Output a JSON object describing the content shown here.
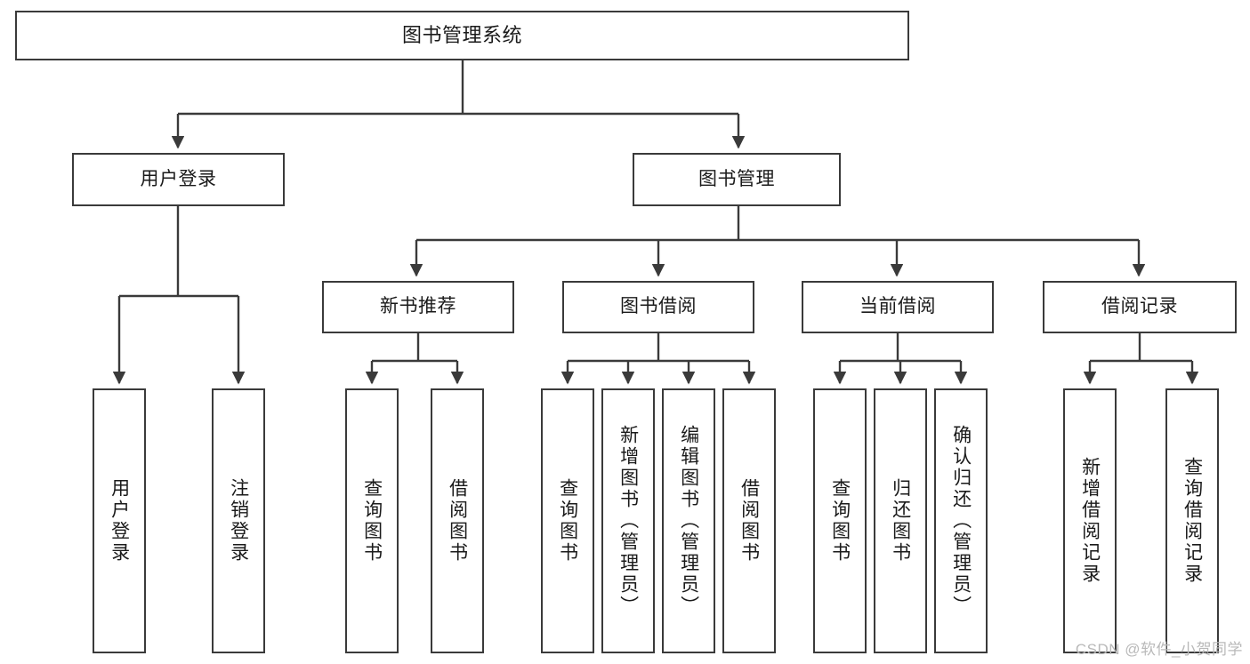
{
  "diagram": {
    "title": "图书管理系统",
    "type": "tree-hierarchy",
    "watermark": "CSDN @软件_小贺同学",
    "stroke_color": "#3a3a3a",
    "fill_color": "#ffffff",
    "text_color": "#1a1a1a"
  },
  "nodes": {
    "root": {
      "label": "图书管理系统"
    },
    "level1": [
      {
        "label": "用户登录"
      },
      {
        "label": "图书管理"
      }
    ],
    "level2": [
      {
        "label": "新书推荐"
      },
      {
        "label": "图书借阅"
      },
      {
        "label": "当前借阅"
      },
      {
        "label": "借阅记录"
      }
    ],
    "leaves": {
      "user_login": [
        {
          "label": "用户登录"
        },
        {
          "label": "注销登录"
        }
      ],
      "new_book": [
        {
          "label": "查询图书"
        },
        {
          "label": "借阅图书"
        }
      ],
      "book_borrow": [
        {
          "label": "查询图书"
        },
        {
          "label": "新增图书（管理员）"
        },
        {
          "label": "编辑图书（管理员）"
        },
        {
          "label": "借阅图书"
        }
      ],
      "current_borrow": [
        {
          "label": "查询图书"
        },
        {
          "label": "归还图书"
        },
        {
          "label": "确认归还（管理员）"
        }
      ],
      "borrow_record": [
        {
          "label": "新增借阅记录"
        },
        {
          "label": "查询借阅记录"
        }
      ]
    }
  }
}
